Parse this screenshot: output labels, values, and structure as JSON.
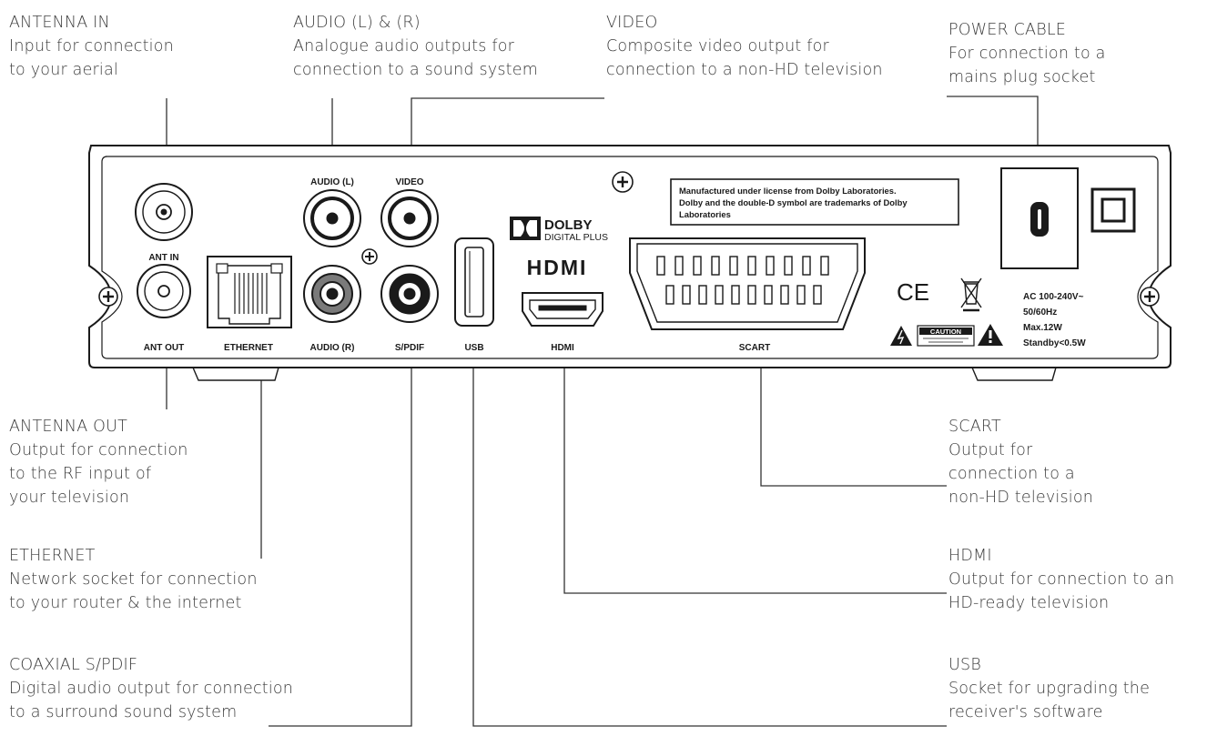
{
  "callouts": {
    "antenna_in": {
      "heading": "ANTENNA IN",
      "lines": [
        "Input for connection",
        "to your aerial"
      ]
    },
    "audio_lr": {
      "heading": "AUDIO (L) & (R)",
      "lines": [
        "Analogue audio outputs for",
        "connection to a sound system"
      ]
    },
    "video": {
      "heading": "VIDEO",
      "lines": [
        "Composite video output for",
        "connection to a non-HD television"
      ]
    },
    "power_cable": {
      "heading": "POWER CABLE",
      "lines": [
        "For connection to a",
        "mains plug socket"
      ]
    },
    "antenna_out": {
      "heading": "ANTENNA OUT",
      "lines": [
        "Output for connection",
        "to the RF input of",
        "your television"
      ]
    },
    "ethernet": {
      "heading": "ETHERNET",
      "lines": [
        "Network socket for connection",
        "to your router & the internet"
      ]
    },
    "coaxial_spdif": {
      "heading": "COAXIAL S/PDIF",
      "lines": [
        "Digital audio output for connection",
        "to a surround sound system"
      ]
    },
    "scart": {
      "heading": "SCART",
      "lines": [
        "Output for",
        "connection to a",
        "non-HD television"
      ]
    },
    "hdmi": {
      "heading": "HDMI",
      "lines": [
        "Output for connection to an",
        "HD-ready television"
      ]
    },
    "usb": {
      "heading": "USB",
      "lines": [
        "Socket for upgrading the",
        "receiver's software"
      ]
    }
  },
  "panel": {
    "ant_in": "ANT IN",
    "ant_out": "ANT OUT",
    "ethernet": "ETHERNET",
    "audio_l": "AUDIO (L)",
    "audio_r": "AUDIO (R)",
    "video": "VIDEO",
    "spdif": "S/PDIF",
    "usb": "USB",
    "hdmi": "HDMI",
    "scart": "SCART",
    "dolby_main": "DOLBY",
    "dolby_sub": "DIGITAL PLUS",
    "hdmi_logo": "HDMI",
    "dolby_notice": [
      "Manufactured under license from Dolby Laboratories.",
      "Dolby and the double-D symbol are trademarks of Dolby",
      "Laboratories"
    ],
    "ce_mark": "CE",
    "caution": "CAUTION",
    "power_spec": [
      "AC 100-240V~",
      "50/60Hz",
      "Max.12W",
      "Standby<0.5W"
    ]
  },
  "colors": {
    "text": "#3c3c3c",
    "line": "#333333",
    "panel_stroke": "#1a1a1a"
  }
}
